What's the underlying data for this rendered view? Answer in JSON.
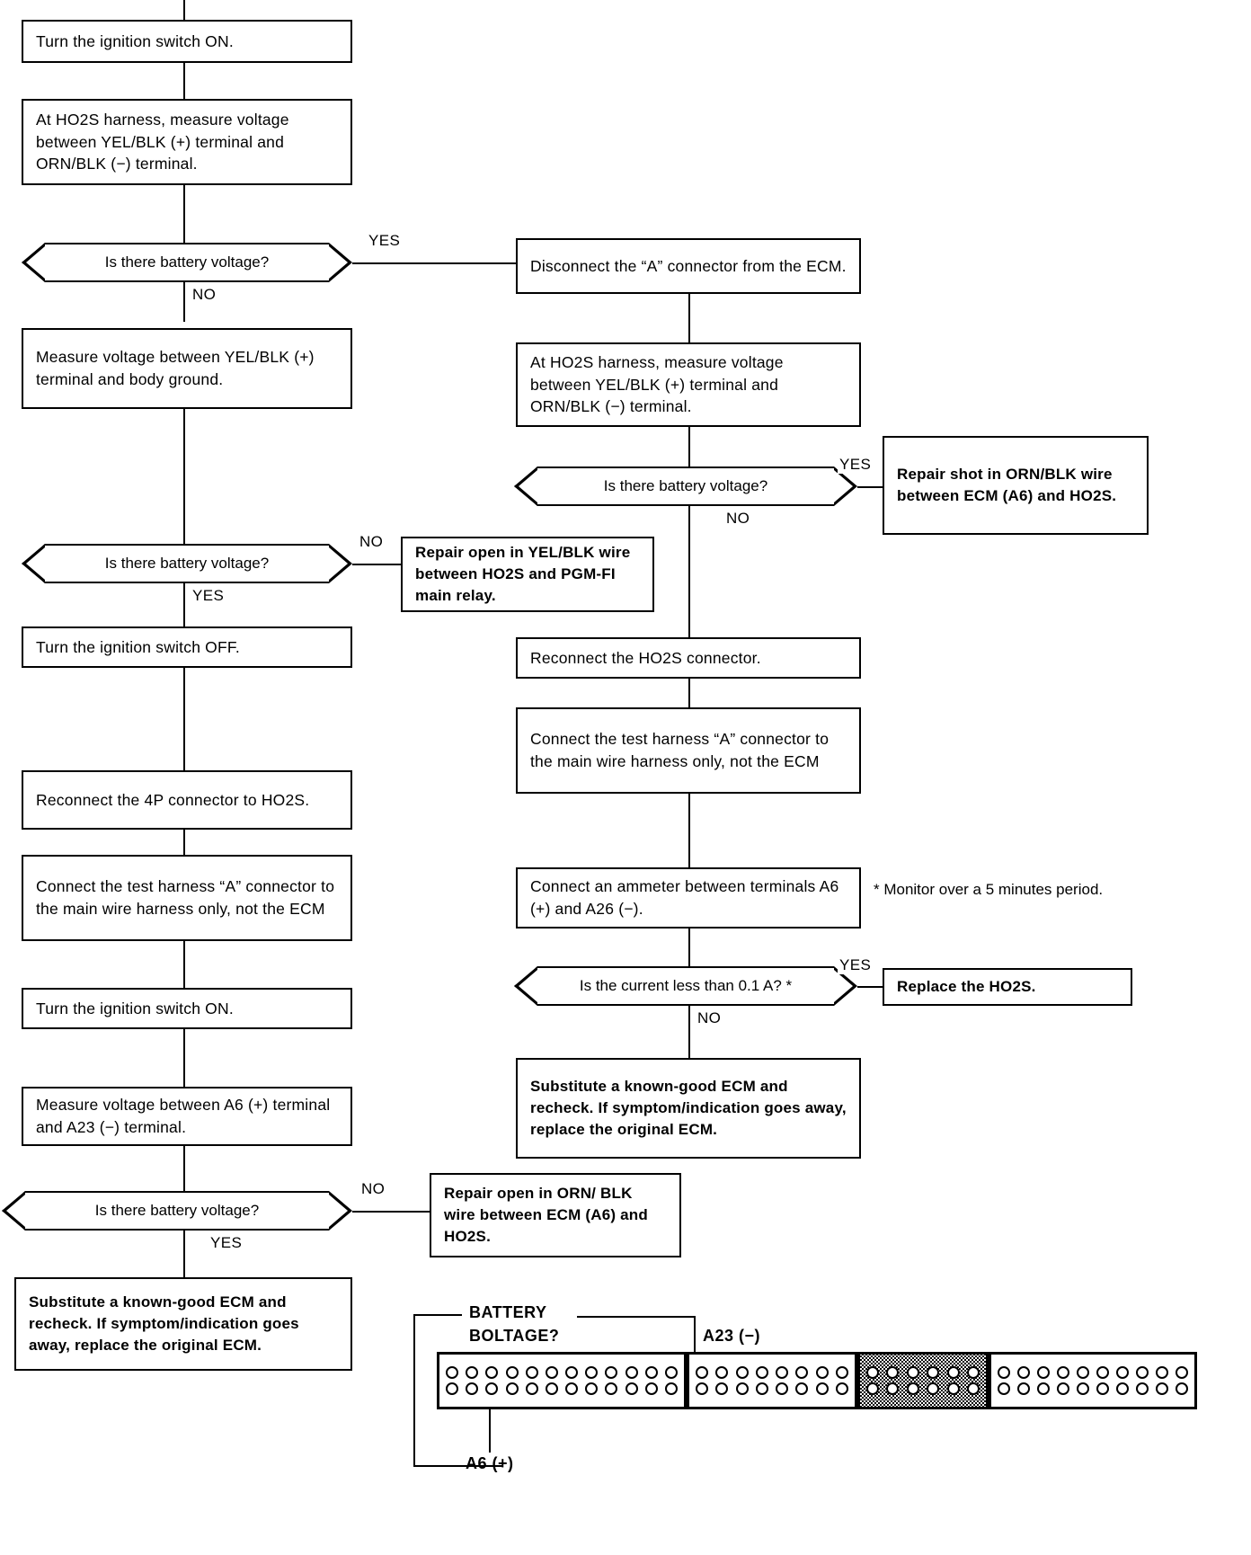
{
  "document": {
    "type": "automotive-troubleshooting-flowchart",
    "title": "HO2S / ECM circuit troubleshooting flowchart"
  },
  "left_column": {
    "step1": "Turn the ignition switch ON.",
    "step2": "At HO2S harness, measure voltage between YEL/BLK (+) terminal and ORN/BLK (−) terminal.",
    "decision1": "Is there battery voltage?",
    "decision1_yes": "YES",
    "decision1_no": "NO",
    "step3": "Measure voltage between YEL/BLK (+) terminal and body ground.",
    "decision2": "Is there battery voltage?",
    "decision2_no": "NO",
    "decision2_yes": "YES",
    "repair_yel_blk": "Repair open in YEL/BLK wire between HO2S and PGM-FI main relay.",
    "step4": "Turn the ignition switch OFF.",
    "step5": "Reconnect the 4P connector to HO2S.",
    "step6": "Connect the test harness “A” connector to the main wire harness only, not the ECM",
    "step7": "Turn the ignition switch ON.",
    "step8": "Measure voltage between A6 (+) terminal and A23 (−) terminal.",
    "decision3": "Is there battery voltage?",
    "decision3_no": "NO",
    "decision3_yes": "YES",
    "repair_orn_blk": "Repair open in ORN/ BLK wire between ECM (A6) and HO2S.",
    "final": "Substitute a known-good ECM and recheck. If symptom/indication goes away, replace the original ECM."
  },
  "right_column": {
    "step1": "Disconnect the “A” connector from the ECM.",
    "step2": "At HO2S harness, measure voltage between YEL/BLK (+) terminal and ORN/BLK (−) terminal.",
    "decision1": "Is there battery voltage?",
    "decision1_yes": "YES",
    "decision1_no": "NO",
    "repair_short": "Repair shot in ORN/BLK wire between ECM (A6) and HO2S.",
    "step3": "Reconnect the HO2S connector.",
    "step4": "Connect the test harness “A” connector to the main wire harness only, not the ECM",
    "step5": "Connect an ammeter between terminals A6 (+) and A26 (−).",
    "decision2": "Is the current less than 0.1 A? *",
    "decision2_yes": "YES",
    "decision2_no": "NO",
    "replace": "Replace the HO2S.",
    "final": "Substitute a known-good ECM and recheck. If symptom/indication goes away, replace the original ECM."
  },
  "footnote": "* Monitor over a 5 minutes period.",
  "connector_diagram": {
    "bracket_label_line1": "BATTERY",
    "bracket_label_line2": "BOLTAGE?",
    "pin_label_top": "A23 (−)",
    "pin_label_bottom": "A6 (+)",
    "blocks": [
      {
        "name": "block-a",
        "pins_per_row": 12,
        "rows": 2,
        "shaded": false
      },
      {
        "name": "block-b",
        "pins_per_row": 8,
        "rows": 2,
        "shaded": false
      },
      {
        "name": "block-c",
        "pins_per_row": 6,
        "rows": 2,
        "shaded": true
      },
      {
        "name": "block-d",
        "pins_per_row": 10,
        "rows": 2,
        "shaded": false
      }
    ]
  }
}
